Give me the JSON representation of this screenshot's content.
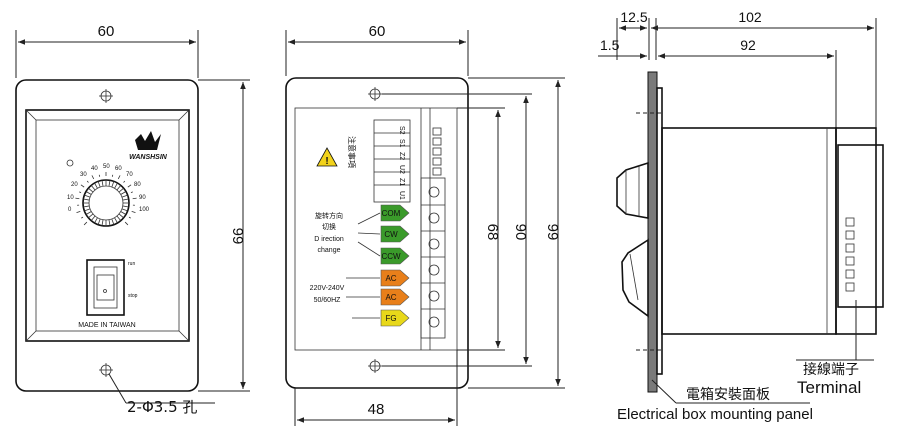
{
  "front": {
    "width": "60",
    "height": "99",
    "brand": "WANSHSIN",
    "dial_ticks": [
      "0",
      "10",
      "20",
      "30",
      "40",
      "50",
      "60",
      "70",
      "80",
      "90",
      "100"
    ],
    "run": "run",
    "stop": "stop",
    "made_in": "MADE IN TAIWAN",
    "hole_note": "2-Φ3.5 孔"
  },
  "back": {
    "width": "60",
    "bottom_width": "48",
    "height_inner": "68",
    "height_mid": "90",
    "height": "99",
    "warning_cjk": "注意事項",
    "switch_labels": [
      "S2",
      "S1",
      "Z2",
      "U2",
      "Z1",
      "U1"
    ],
    "direction_cjk": "旋转方向",
    "direction_cjk2": "切换",
    "direction_en": "D irection",
    "direction_en2": "change",
    "voltage": "220V-240V",
    "freq": "50/60HZ",
    "terminals": [
      "COM",
      "CW",
      "CCW",
      "AC",
      "AC",
      "FG"
    ],
    "terminal_colors": [
      "#3a9a2a",
      "#3a9a2a",
      "#3a9a2a",
      "#e87f1a",
      "#e87f1a",
      "#e8d81a"
    ]
  },
  "side": {
    "dim_125": "12.5",
    "dim_102": "102",
    "dim_15": "1.5",
    "dim_92": "92",
    "terminal_cjk": "接線端子",
    "terminal_en": "Terminal",
    "panel_cjk": "電箱安裝面板",
    "panel_en": "Electrical box mounting panel"
  }
}
